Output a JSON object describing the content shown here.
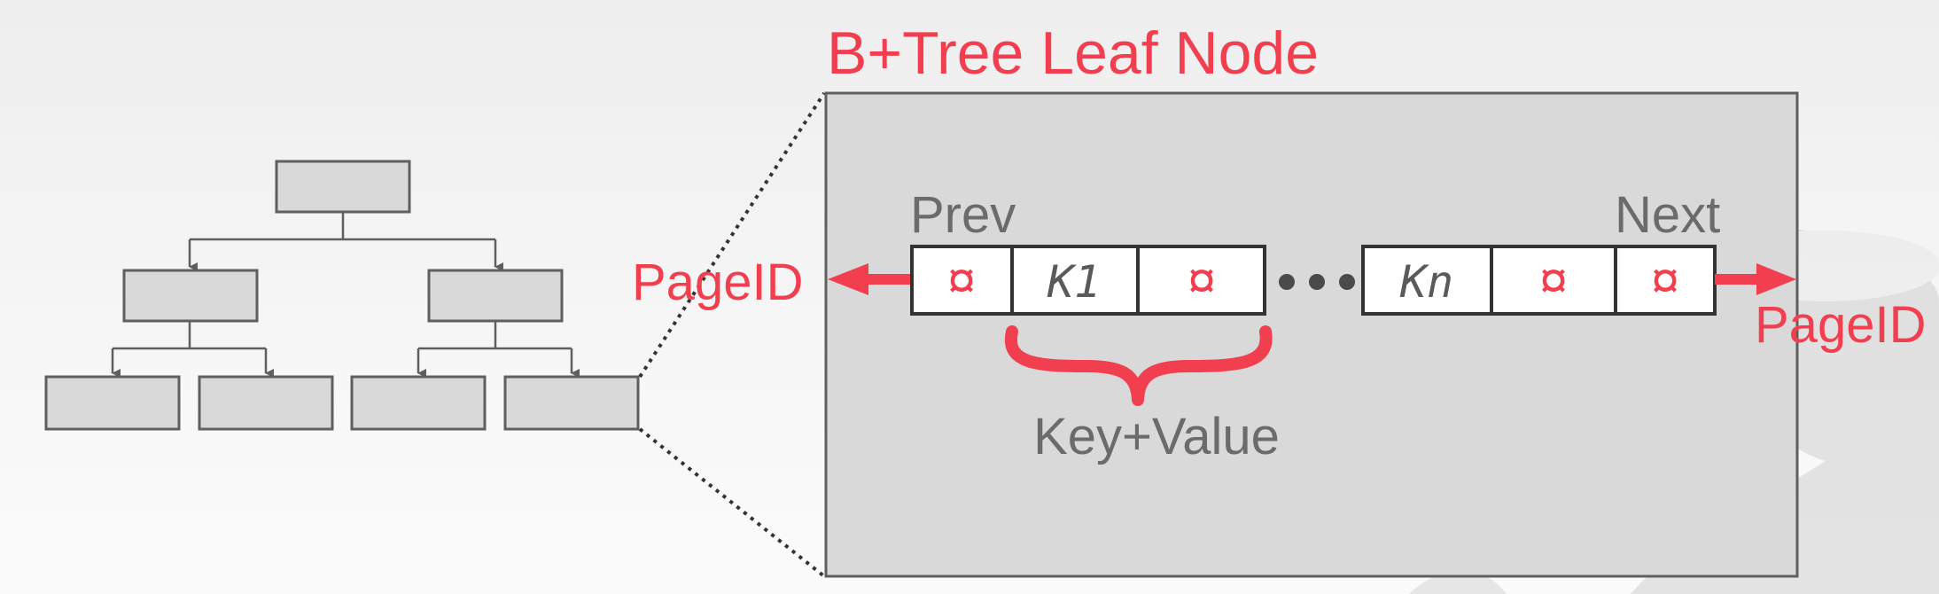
{
  "diagram": {
    "title": "B+Tree Leaf Node",
    "labels": {
      "prev": "Prev",
      "next": "Next",
      "left_pointer": "PageID",
      "right_pointer": "PageID",
      "key_value": "Key+Value"
    },
    "leaf_cells": {
      "key_first": "K1",
      "key_last": "Kn",
      "pointer_symbol": "¤"
    },
    "colors": {
      "accent": "#f23f4f",
      "node_fill": "#d9d9d9",
      "outline": "#5f5f5f",
      "text": "#6b6b6b"
    }
  }
}
